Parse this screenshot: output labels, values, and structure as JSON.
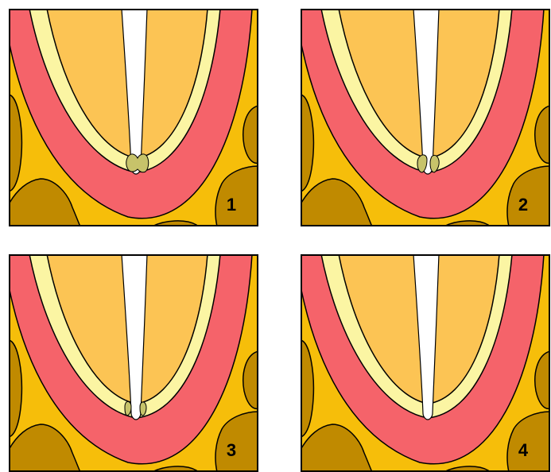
{
  "panels": [
    {
      "label": "1",
      "remnant": "fused"
    },
    {
      "label": "2",
      "remnant": "separating"
    },
    {
      "label": "3",
      "remnant": "small"
    },
    {
      "label": "4",
      "remnant": "none"
    }
  ],
  "colors": {
    "background": "#F6BE0A",
    "blobs": "#C08A00",
    "red_band": "#F5636A",
    "pale_band": "#FBF5A3",
    "inner_fill": "#FCC454",
    "cleft": "#FFFFFF",
    "remnant": "#C7C36A",
    "outline": "#000000"
  }
}
